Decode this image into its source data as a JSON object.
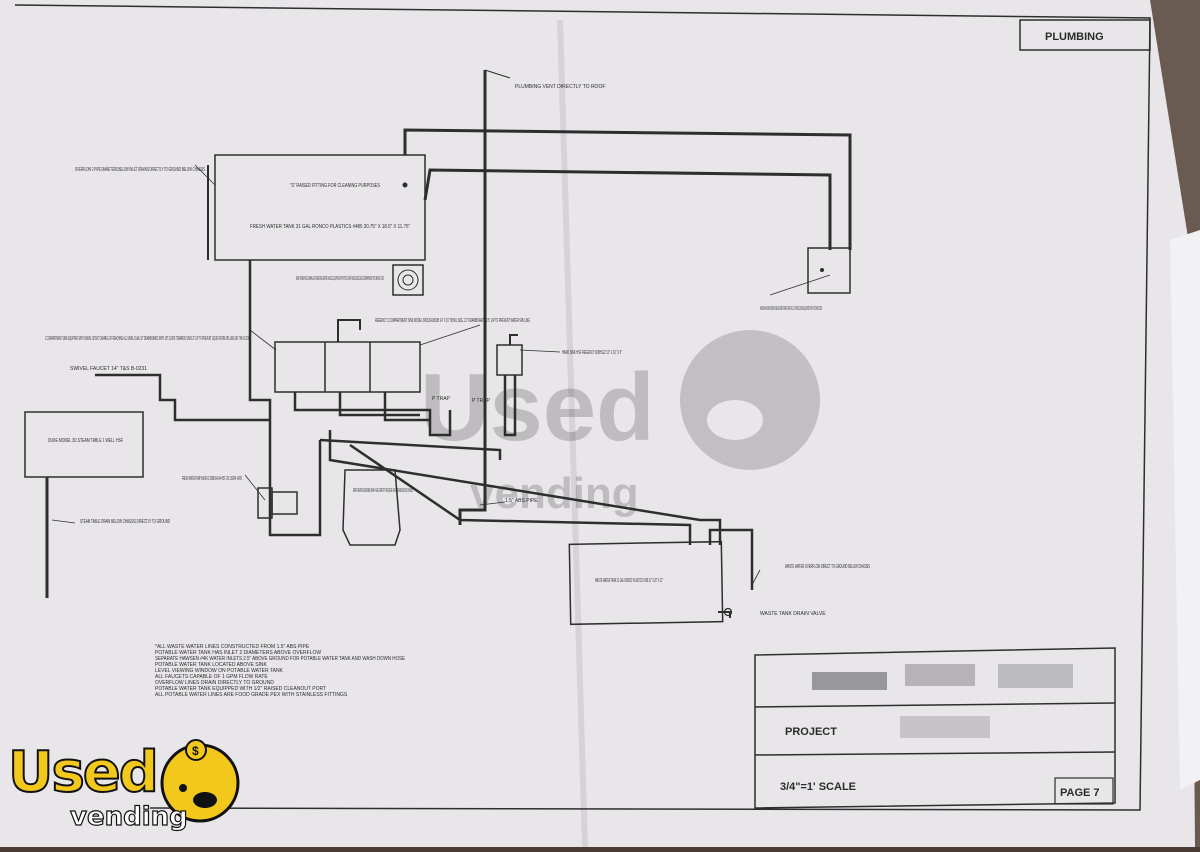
{
  "drawing": {
    "sheet_title": "PLUMBING",
    "project_label": "PROJECT",
    "scale_label": "3/4\"=1' SCALE",
    "page_label": "PAGE 7",
    "labels": {
      "vent": "PLUMBING VENT DIRECTLY TO ROOF",
      "overflow": "OVERFLOW 2 PIPE DIAMETERS BELOW INLET DRAINS DIRECTLY TO GROUND BELOW CHASSIS",
      "raised_fitting": "\"S\" RAISED FITTING FOR CLEANING PURPOSES",
      "fresh_tank": "FRESH WATER TANK 31 GAL RONCO PLASTICS #485 30.75\" X 18.5\" X 11.75\"",
      "wash_hose": "WASH DOWN HOSE CAPABLE OF REACHING ENTIRE VEHICLE EQUIPPED WITH PISTOL GRIP INSIDE ENCLOSED COMPARTMENT NOT ABOVE FOOD",
      "sink_3comp": "REGENCY 3 COMPARTMENT SINK MODEL 600S3141818B 14\" X 16\" BOWL SIZE, 12\" DRAINBOARDS 2.5\" LIP TO PREVENT WATER SPILLING",
      "sink_note": "1 COMPARTMENT SINK EQUIPPED WITH SWIVEL SPOUT CAPABLE OF REACHING ALL SINKS, DUAL 18\" DRAINBOARDS WITH 1/8\" SLOPE TOWARDS SINKS 2\" LIP TO PREVENT LIQUID FROM SPILLING ON THE FLOOR",
      "swivel_faucet": "SWIVEL FAUCET 14\" T&S B-0231",
      "hand_sink": "HAND SINK HSF REGENCY 600HS12 12\" X 16\" X 5\"",
      "hawsen": "HAWSEN #4K WASH DOWN HOSE AND FRESH WATER TANK FILL 2.5\" ABOVE GROUND EQUIPPED WITH LATCHING DOOR",
      "steam_table": "DUKE MODEL 3D STEAM TABLE 1 WELL HSF",
      "steam_drain": "STEAM TABLE DRAIN BELOW CHASSIS DIRECTLY TO GROUND",
      "pump": "FRESH WATER PUMP SHURFLO 2088-554-144 HSF 12V 3.5GPM, 45PSI",
      "heater": "WATER HEATER SUBURBAN SW4P 4 GAL CAPACITY PRESSURE VALVE DRAINS BELOW CHASSIS",
      "ptrap1": "P TRAP",
      "ptrap2": "P TRAP",
      "abs_pipe": "1.5\" ABS PIPE",
      "waste_tank": "WASTE WATER TANK 31 GAL RONCO PLASTICS #299 31\" X 20\" X 12\"",
      "waste_overflow": "WASTE WATER OVERFLOW DIRECT TO GROUND BELOW CHASSIS",
      "waste_valve": "WASTE TANK DRAIN VALVE"
    },
    "notes": [
      "*ALL WASTE WATER LINES CONSTRUCTED FROM 1.5\" ABS PIPE",
      "POTABLE WATER TANK HAS INLET 2 DIAMETERS ABOVE OVERFLOW",
      "SEPARATE HAWSEN #4K WATER INLETS 2.5\" ABOVE GROUND FOR POTABLE WATER TANK AND WASH DOWN HOSE",
      "POTABLE WATER TANK LOCATED ABOVE SINK",
      "LEVEL VIEWING WINDOW ON POTABLE WATER TANK",
      "ALL FAUCETS CAPABLE OF 1 GPM FLOW RATE",
      "OVERFLOW LINES DRAIN DIRECTLY TO GROUND",
      "POTABLE WATER TANK EQUIPPED WITH 1/2\" RAISED CLEANOUT PORT",
      "ALL POTABLE WATER LINES ARE FOOD GRADE PEX WITH STAINLESS FITTINGS"
    ]
  },
  "watermark": {
    "center_word": "Used",
    "center_sub": "vending",
    "logo_word": "Used",
    "logo_sub": "vending"
  },
  "colors": {
    "paper": "#e9e6ea",
    "ink": "#2e2e2e",
    "logo_yellow": "#f2c81c",
    "background": "#4a3c34"
  }
}
